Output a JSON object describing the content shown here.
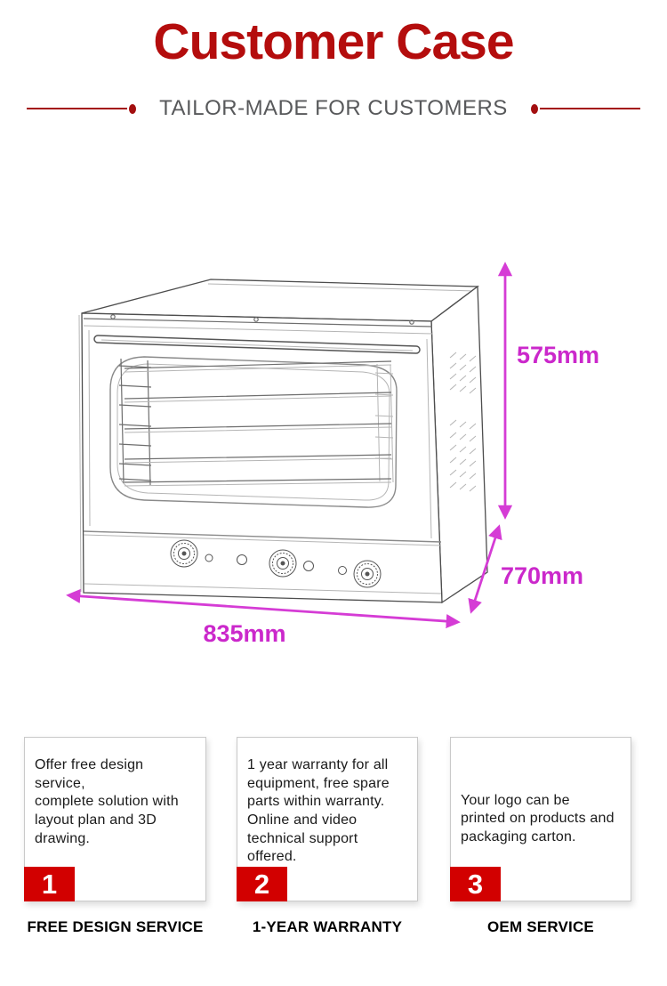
{
  "header": {
    "title": "Customer Case",
    "subtitle": "TAILOR-MADE FOR CUSTOMERS"
  },
  "figure": {
    "description": "convection-oven-technical-line-drawing",
    "dimensions": {
      "height": "575mm",
      "depth": "770mm",
      "width": "835mm"
    }
  },
  "services": {
    "cards": [
      {
        "number": "1",
        "text": "Offer free design\nservice,\ncomplete solution with\nlayout plan and 3D\ndrawing.",
        "label": "FREE DESIGN SERVICE"
      },
      {
        "number": "2",
        "text": "1 year warranty for all\nequipment, free spare\nparts within warranty.\nOnline and video\ntechnical support\noffered.",
        "label": "1-YEAR WARRANTY"
      },
      {
        "number": "3",
        "text": "Your logo can be\nprinted on products and\npackaging carton.",
        "label": "OEM SERVICE"
      }
    ]
  },
  "colors": {
    "title_red": "#b40d0d",
    "accent_red": "#a30f10",
    "badge_red": "#d20000",
    "dimension_magenta": "#cb28cb",
    "subtitle_gray": "#58595b"
  }
}
